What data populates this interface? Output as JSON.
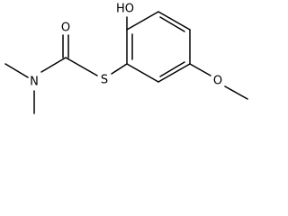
{
  "molecule": {
    "labels": {
      "hydroxyl": "HO",
      "carbonyl_oxygen": "O",
      "nitrogen": "N",
      "sulfur": "S",
      "methoxy_oxygen": "O"
    }
  }
}
